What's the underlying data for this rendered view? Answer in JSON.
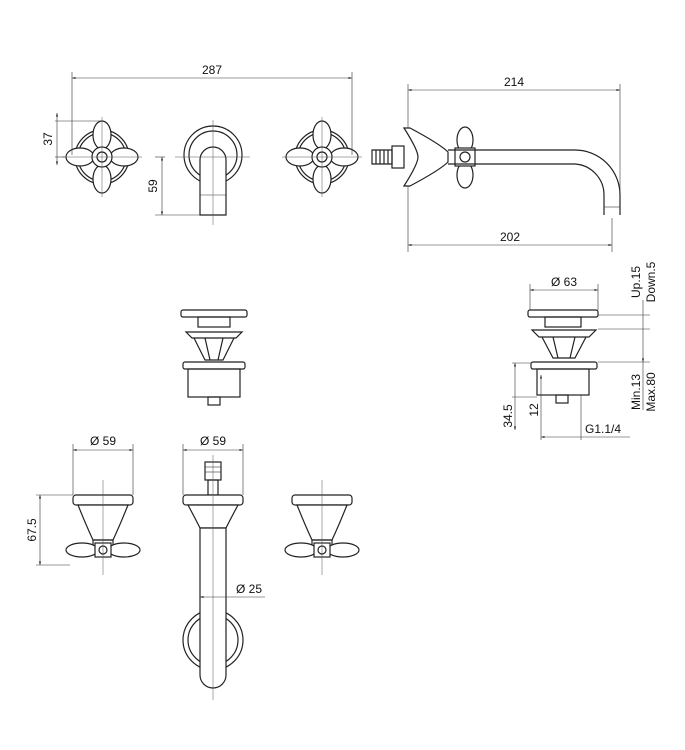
{
  "dimensions": {
    "overall_width": "287",
    "handle_height": "37",
    "spout_drop": "59",
    "side_length": "214",
    "spout_projection": "202",
    "waste_diameter": "Ø 63",
    "waste_up": "Up.15",
    "waste_down": "Down.5",
    "waste_min": "Min.13",
    "waste_max": "Max.80",
    "waste_height": "34.5",
    "waste_thread_len": "12",
    "waste_thread": "G1.1/4",
    "handle_diameter": "Ø 59",
    "spout_plate_diameter": "Ø 59",
    "handle_body_height": "67.5",
    "spout_pipe_diameter": "Ø 25"
  }
}
